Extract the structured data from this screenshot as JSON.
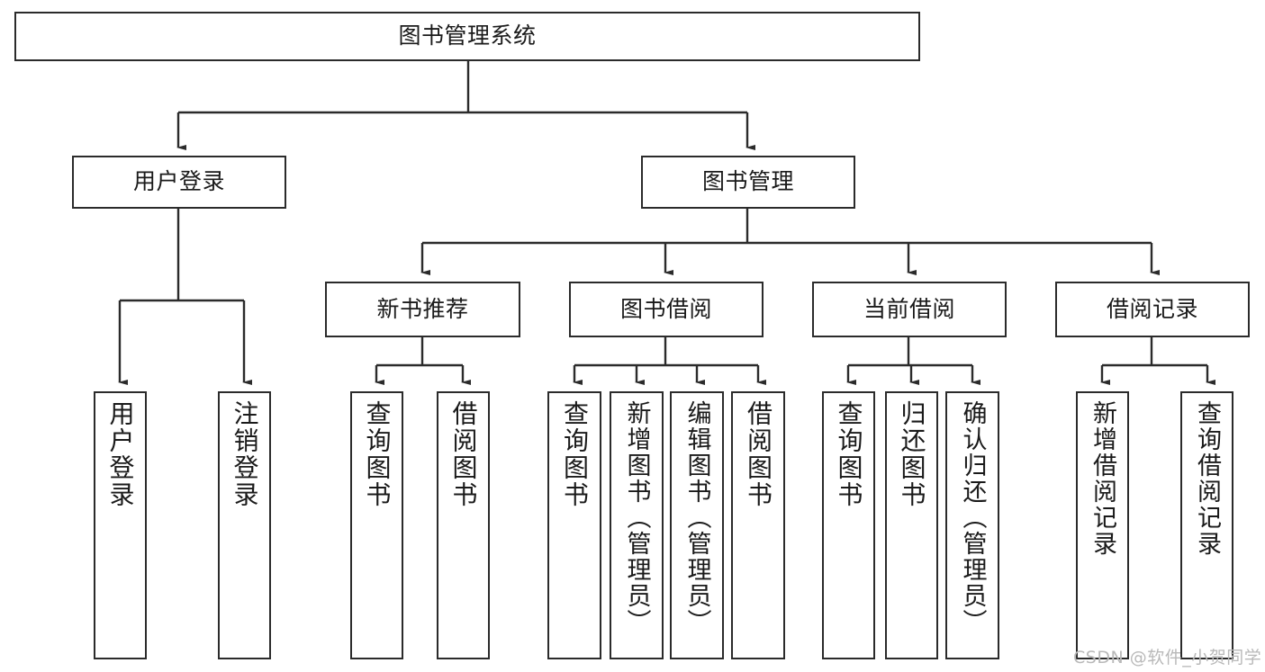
{
  "diagram": {
    "title": "图书管理系统",
    "watermark": "CSDN @软件_小贺同学",
    "stroke_color": "#2b2b2b",
    "background_color": "#ffffff",
    "watermark_color": "#b9b9b9",
    "root": {
      "label": "图书管理系统"
    },
    "level2": [
      {
        "label": "用户登录"
      },
      {
        "label": "图书管理"
      }
    ],
    "level3": [
      {
        "label": "新书推荐"
      },
      {
        "label": "图书借阅"
      },
      {
        "label": "当前借阅"
      },
      {
        "label": "借阅记录"
      }
    ],
    "leaves": {
      "user_login": [
        {
          "label": "用户登录"
        },
        {
          "label": "注销登录"
        }
      ],
      "new_book_recommend": [
        {
          "label": "查询图书"
        },
        {
          "label": "借阅图书"
        }
      ],
      "book_borrow": [
        {
          "label": "查询图书"
        },
        {
          "label": "新增图书（管理员）"
        },
        {
          "label": "编辑图书（管理员）"
        },
        {
          "label": "借阅图书"
        }
      ],
      "current_borrow": [
        {
          "label": "查询图书"
        },
        {
          "label": "归还图书"
        },
        {
          "label": "确认归还（管理员）"
        }
      ],
      "borrow_record": [
        {
          "label": "新增借阅记录"
        },
        {
          "label": "查询借阅记录"
        }
      ]
    }
  }
}
